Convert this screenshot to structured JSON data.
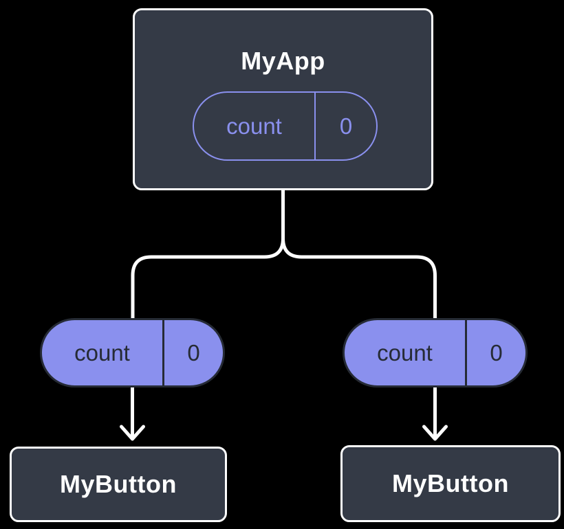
{
  "colors": {
    "background": "#000000",
    "node-fill": "#343A46",
    "node-border": "#FFFFFF",
    "node-text": "#FFFFFF",
    "accent": "#8A90EE",
    "pill-dark": "#262B35",
    "connector": "#FFFFFF"
  },
  "root_node": {
    "title": "MyApp",
    "state_pill": {
      "name": "count",
      "value": "0"
    }
  },
  "prop_pills": [
    {
      "name": "count",
      "value": "0"
    },
    {
      "name": "count",
      "value": "0"
    }
  ],
  "child_nodes": [
    {
      "title": "MyButton"
    },
    {
      "title": "MyButton"
    }
  ]
}
